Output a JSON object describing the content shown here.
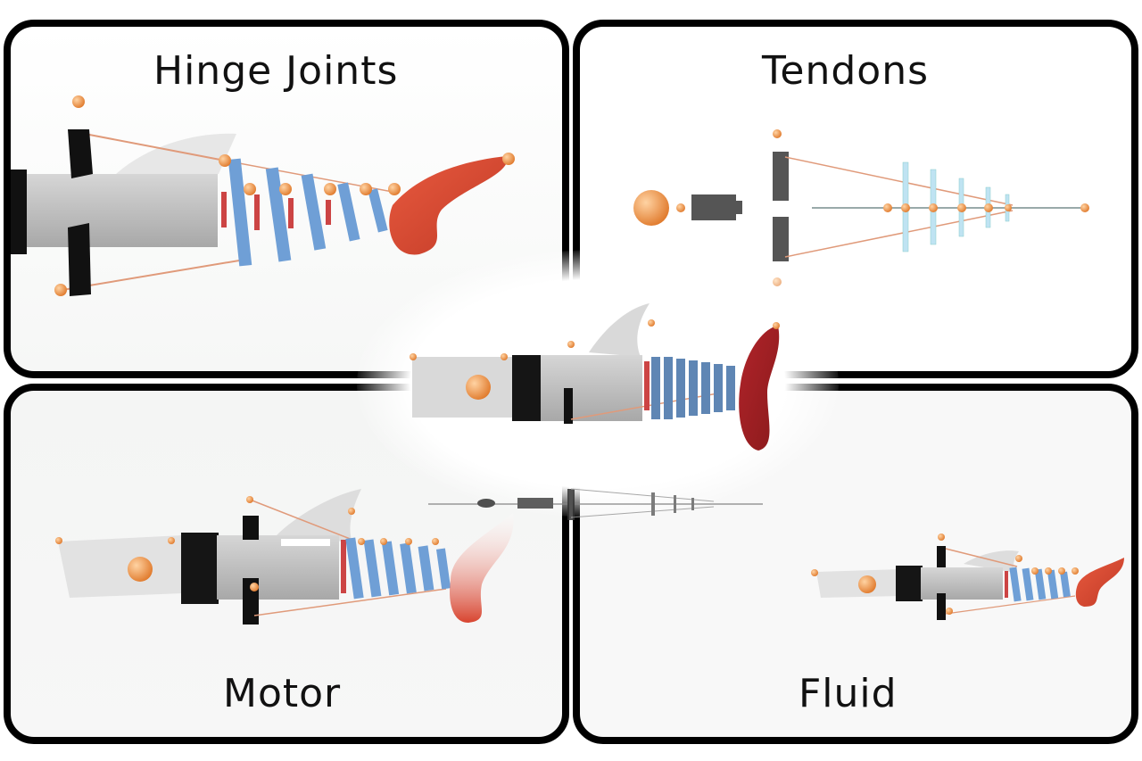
{
  "panels": {
    "hinge": {
      "title": "Hinge Joints"
    },
    "tendons": {
      "title": "Tendons"
    },
    "motor": {
      "title": "Motor"
    },
    "fluid": {
      "title": "Fluid"
    }
  },
  "colors": {
    "frame": "#000000",
    "body_gray": "#bdbdbd",
    "segment_blue": "#6f9fd6",
    "fin_red": "#d8442f",
    "ball_orange": "#f08b3a",
    "tendon_line": "#e09a7a"
  }
}
